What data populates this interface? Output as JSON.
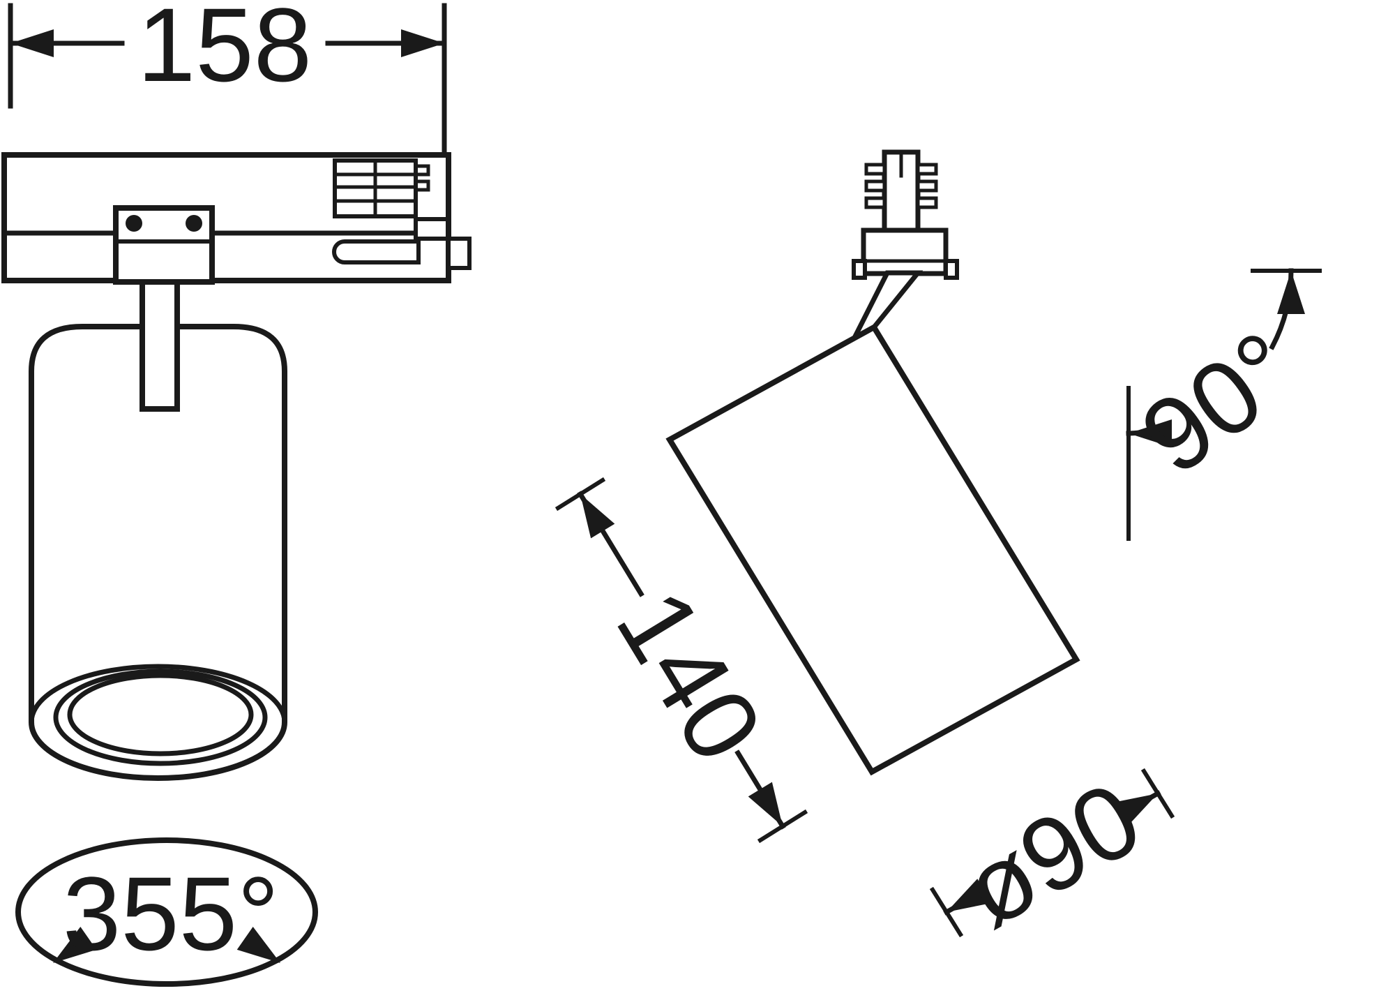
{
  "page": {
    "background": "#ffffff",
    "line_color": "#1a1a1a"
  },
  "drawing": {
    "type": "technical-dimension-drawing",
    "subject": "track-mounted-spotlight",
    "views": {
      "front": {
        "labels": {
          "track_width": "158",
          "swivel_angle": "355°"
        }
      },
      "tilted": {
        "labels": {
          "body_length": "140",
          "body_diameter": "ø90",
          "tilt_angle": "90°"
        }
      }
    }
  }
}
